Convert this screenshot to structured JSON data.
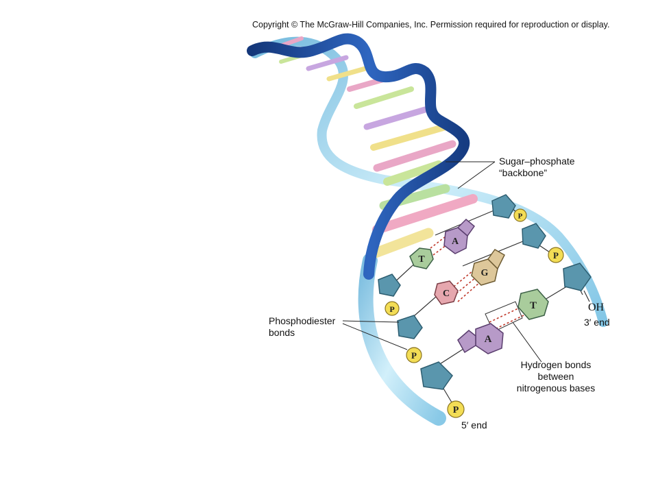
{
  "copyright": "Copyright © The McGraw-Hill Companies, Inc. Permission required for reproduction or display.",
  "labels": {
    "backbone_line1": "Sugar–phosphate",
    "backbone_line2": "“backbone”",
    "phosphodiester_line1": "Phosphodiester",
    "phosphodiester_line2": "bonds",
    "hbonds_line1": "Hydrogen bonds",
    "hbonds_line2": "between",
    "hbonds_line3": "nitrogenous bases",
    "oh": "OH",
    "three_end": "3′ end",
    "five_end": "5′ end"
  },
  "phosphate_letter": "P",
  "bases": {
    "t1": "T",
    "a1": "A",
    "g1": "G",
    "c1": "C",
    "t2": "T",
    "a2": "A"
  },
  "colors": {
    "helix_dark": "#1f4f9e",
    "helix_light": "#8fd0ea",
    "sugar": "#5a96ad",
    "phosphate": "#f3dd55",
    "base_T": "#a9cc9c",
    "base_A": "#b79ac8",
    "base_G": "#ddc79a",
    "base_C": "#e6a7ae"
  }
}
